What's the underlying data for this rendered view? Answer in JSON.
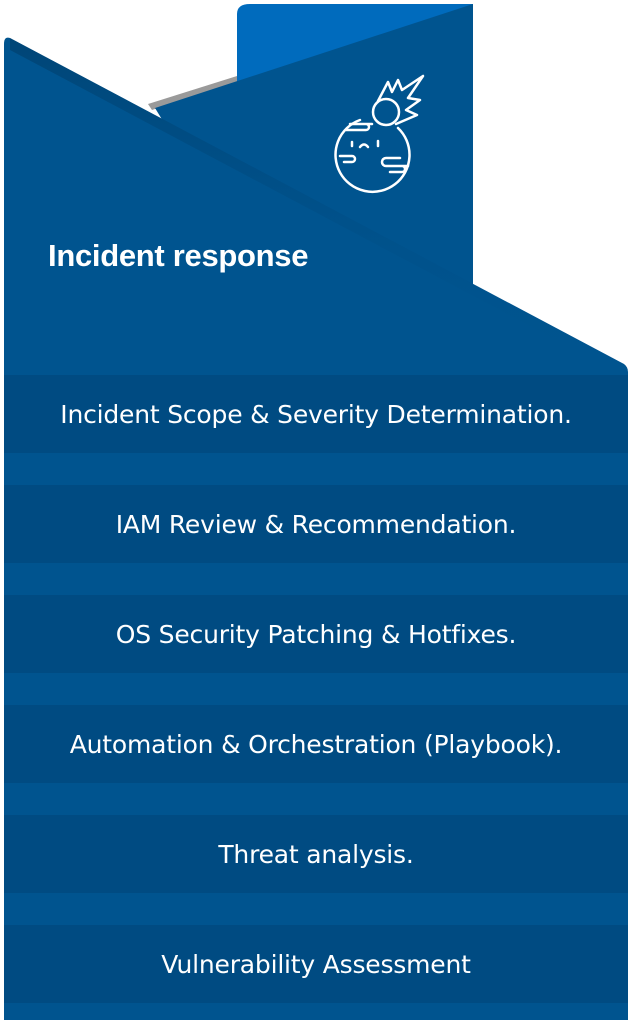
{
  "title": "Incident response",
  "icon": "planet-comet-icon",
  "colors": {
    "panel": "#00548f",
    "band": "#004b82",
    "tab": "#006bbd"
  },
  "items": [
    "Incident Scope & Severity Determination.",
    "IAM Review & Recommendation.",
    "OS Security Patching & Hotfixes.",
    "Automation & Orchestration (Playbook).",
    "Threat analysis.",
    "Vulnerability Assessment"
  ]
}
